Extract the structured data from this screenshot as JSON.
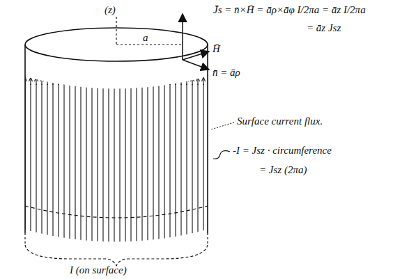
{
  "diagram": {
    "labels": [
      "(z)",
      "J̄s = n̄×H̄ = āρ×āφ I/2πa = āz I/2πa",
      "= āz Jsz",
      "H̄",
      "n̄ = āρ",
      "a",
      "Surface current flux.",
      "-I = Jsz · circumference",
      "= Jsz (2πa)",
      "I (on surface)"
    ]
  }
}
